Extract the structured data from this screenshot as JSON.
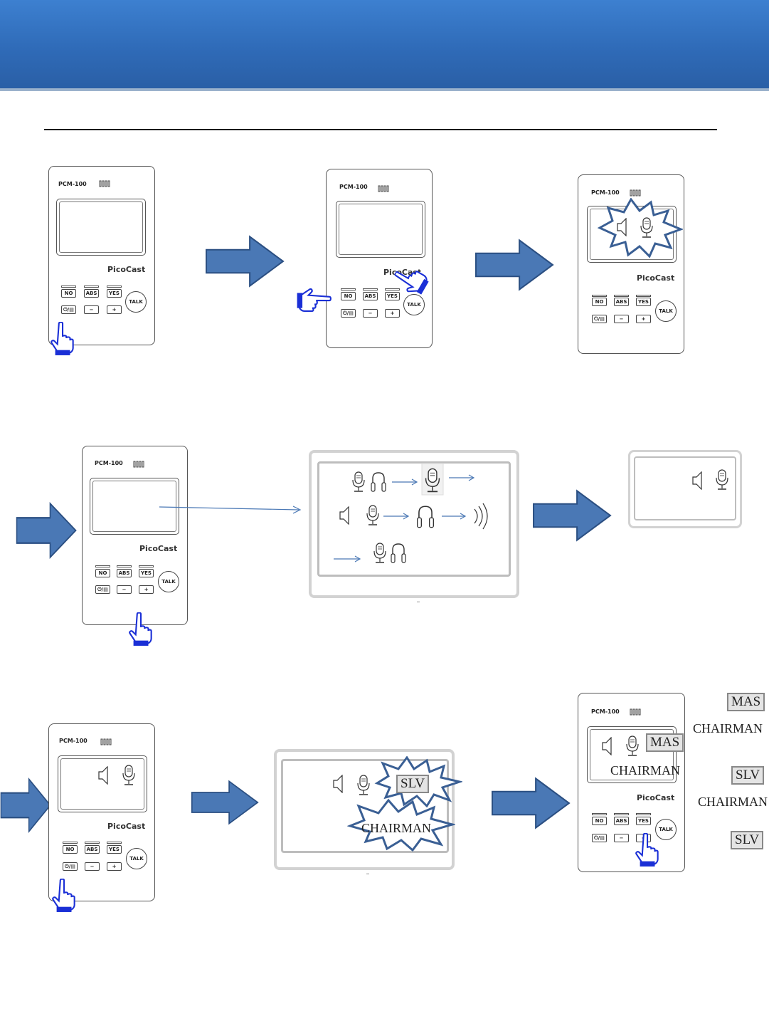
{
  "device": {
    "model": "PCM-100",
    "brand": "PicoCast",
    "keys": {
      "no": "NO",
      "abs": "ABS",
      "yes": "YES",
      "power": "⏻/▤",
      "minus": "−",
      "plus": "+",
      "talk": "TALK"
    }
  },
  "labels": {
    "slv": "SLV",
    "mas": "MAS",
    "chairman": "CHAIRMAN"
  },
  "icons": [
    "hand-pointer-icon",
    "arrow-right-icon",
    "speaker-icon",
    "microphone-icon",
    "headphones-icon",
    "sound-wave-icon",
    "burst-icon"
  ],
  "colors": {
    "header": "#3572c2",
    "arrow": "#4a78b5",
    "hand": "#1a2fd6",
    "burst": "#3a5f94"
  }
}
